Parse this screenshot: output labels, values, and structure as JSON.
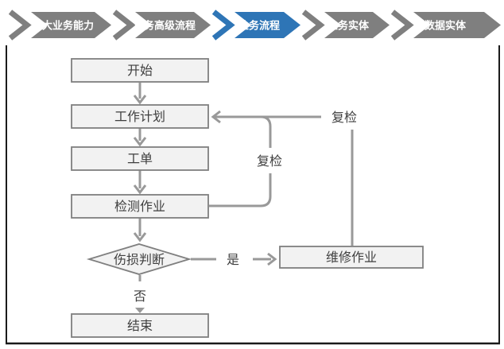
{
  "nav": {
    "items": [
      {
        "label": "五大业务能力",
        "active": false
      },
      {
        "label": "业务高级流程",
        "active": false
      },
      {
        "label": "业务流程",
        "active": true
      },
      {
        "label": "业务实体",
        "active": false
      },
      {
        "label": "数据实体",
        "active": false
      }
    ],
    "colors": {
      "default": "#7f7f7f",
      "active": "#2e75b6",
      "text": "#ffffff"
    }
  },
  "flowchart": {
    "nodes": {
      "start": {
        "label": "开始",
        "type": "process"
      },
      "work_plan": {
        "label": "工作计划",
        "type": "process"
      },
      "work_order": {
        "label": "工单",
        "type": "process"
      },
      "inspection": {
        "label": "检测作业",
        "type": "process"
      },
      "damage_decision": {
        "label": "伤损判断",
        "type": "decision"
      },
      "repair": {
        "label": "维修作业",
        "type": "process"
      },
      "end": {
        "label": "结束",
        "type": "process"
      }
    },
    "edge_labels": {
      "yes": "是",
      "no": "否",
      "recheck_inner": "复检",
      "recheck_outer": "复检"
    },
    "colors": {
      "node_fill": "#f2f2f2",
      "node_border": "#7f7f7f",
      "connector": "#999999",
      "text": "#3f3f3f",
      "frame": "#1a1a1a"
    }
  }
}
